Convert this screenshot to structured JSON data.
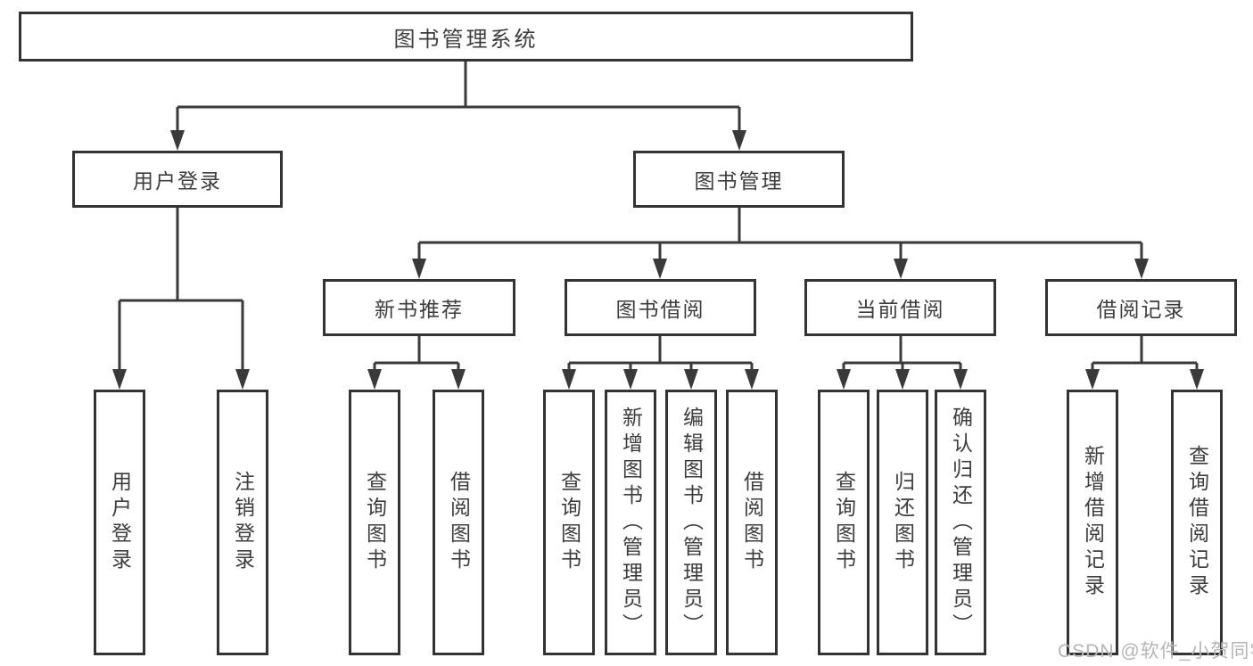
{
  "diagram": {
    "root": "图书管理系统",
    "level2": [
      "用户登录",
      "图书管理"
    ],
    "level3": [
      "新书推荐",
      "图书借阅",
      "当前借阅",
      "借阅记录"
    ],
    "leaves_user_login": [
      "用户登录",
      "注销登录"
    ],
    "leaves_new_book": [
      "查询图书",
      "借阅图书"
    ],
    "leaves_book_borrow": [
      "查询图书",
      "新增图书（管理员）",
      "编辑图书（管理员）",
      "借阅图书"
    ],
    "leaves_current_borrow": [
      "查询图书",
      "归还图书",
      "确认归还（管理员）"
    ],
    "leaves_borrow_record": [
      "新增借阅记录",
      "查询借阅记录"
    ]
  },
  "watermark": {
    "text": "CSDN @软件_小贺同学"
  },
  "colors": {
    "line": "#3a3a3a",
    "box_border": "#333333",
    "text": "#3d3d3d",
    "watermark": "#b5b5b5",
    "background": "#ffffff"
  }
}
